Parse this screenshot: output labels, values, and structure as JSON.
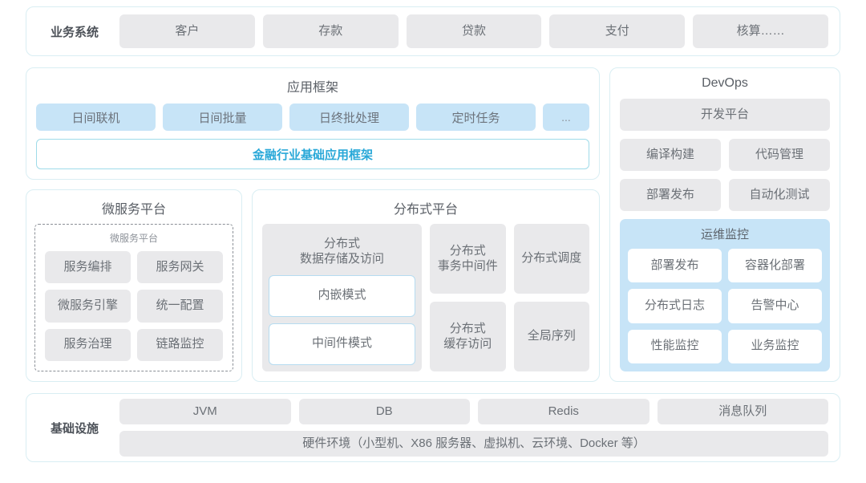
{
  "business_row": {
    "label": "业务系统",
    "items": [
      "客户",
      "存款",
      "贷款",
      "支付",
      "核算……"
    ]
  },
  "app_framework": {
    "title": "应用框架",
    "chips": [
      "日间联机",
      "日间批量",
      "日终批处理",
      "定时任务"
    ],
    "ellipsis": "...",
    "base_bar": "金融行业基础应用框架",
    "base_bar_color": "#29a8d8"
  },
  "microservice": {
    "title": "微服务平台",
    "inner_title": "微服务平台",
    "items": [
      "服务编排",
      "服务网关",
      "微服务引擎",
      "统一配置",
      "服务治理",
      "链路监控"
    ]
  },
  "distributed": {
    "title": "分布式平台",
    "storage_card": {
      "title": "分布式\n数据存储及访问",
      "title_line1": "分布式",
      "title_line2": "数据存储及访问",
      "modes": [
        "内嵌模式",
        "中间件模式"
      ]
    },
    "cells": [
      {
        "line1": "分布式",
        "line2": "事务中间件"
      },
      {
        "line1": "分布式调度",
        "line2": ""
      },
      {
        "line1": "分布式",
        "line2": "缓存访问"
      },
      {
        "line1": "全局序列",
        "line2": ""
      }
    ]
  },
  "devops": {
    "title": "DevOps",
    "platform": "开发平台",
    "items": [
      "编译构建",
      "代码管理",
      "部署发布",
      "自动化测试"
    ],
    "ops": {
      "title": "运维监控",
      "items": [
        "部署发布",
        "容器化部署",
        "分布式日志",
        "告警中心",
        "性能监控",
        "业务监控"
      ]
    }
  },
  "infrastructure": {
    "label": "基础设施",
    "items": [
      "JVM",
      "DB",
      "Redis",
      "消息队列"
    ],
    "hardware": "硬件环境（小型机、X86 服务器、虚拟机、云环境、Docker 等）"
  },
  "colors": {
    "shell_border": "#d9eef3",
    "gray_chip": "#e9e9eb",
    "blue_chip": "#c7e4f7",
    "accent": "#29a8d8"
  }
}
